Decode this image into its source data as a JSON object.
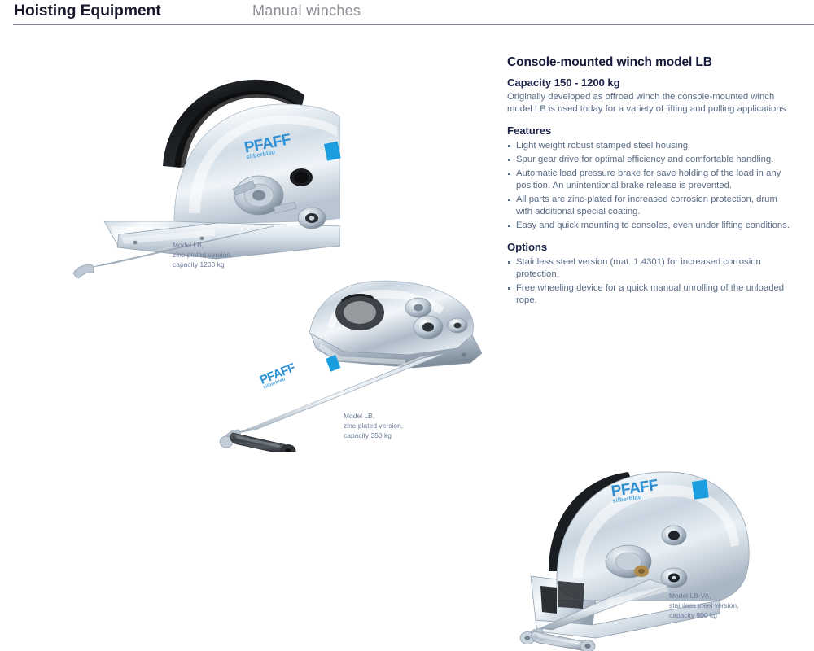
{
  "header": {
    "title": "Hoisting Equipment",
    "subtitle": "Manual winches"
  },
  "product": {
    "title": "Console-mounted winch model LB",
    "capacity": "Capacity 150 - 1200 kg",
    "intro": "Originally developed as offroad winch the console-mounted winch model LB is used today for a variety of lifting and pulling applications.",
    "features_heading": "Features",
    "features": [
      "Light weight robust stamped steel housing.",
      "Spur gear drive for optimal efficiency and comfortable handling.",
      "Automatic load pressure brake for save holding of the load in any position. An unintentional brake release is prevented.",
      "All parts are zinc-plated for increased corrosion protection, drum with additional special coating.",
      "Easy and quick mounting to consoles, even under lifting conditions."
    ],
    "options_heading": "Options",
    "options": [
      "Stainless steel version (mat. 1.4301) for increased corrosion protection.",
      "Free wheeling device for a quick manual unrolling of the unloaded rope."
    ]
  },
  "figures": [
    {
      "name": "winch-lb-1200",
      "brand": "PFAFF",
      "brand_sub": "silberblau",
      "caption": {
        "line1": "Model LB,",
        "line2": "zinc-plated version,",
        "line3": "capacity 1200 kg"
      }
    },
    {
      "name": "winch-lb-350",
      "brand": "PFAFF",
      "brand_sub": "silberblau",
      "caption": {
        "line1": "Model LB,",
        "line2": "zinc-plated version,",
        "line3": "capacity 350 kg"
      }
    },
    {
      "name": "winch-lb-va-900",
      "brand": "PFAFF",
      "brand_sub": "silberblau",
      "caption": {
        "line1": "Model LB-VA,",
        "line2": "stainless steel version,",
        "line3": "capacity 900 kg"
      }
    }
  ],
  "colors": {
    "brand_blue": "#2e8fd4",
    "logo_block": "#1a9ee0",
    "title_dark": "#151a3a",
    "body_text": "#5a6b86",
    "subtitle_gray": "#8e8e96",
    "rule_gray": "#7c8291",
    "metal_light": "#eef3f7",
    "metal_mid": "#c3ced9",
    "metal_dark": "#8b98a6",
    "drum_black": "#16181c",
    "background": "#ffffff"
  }
}
